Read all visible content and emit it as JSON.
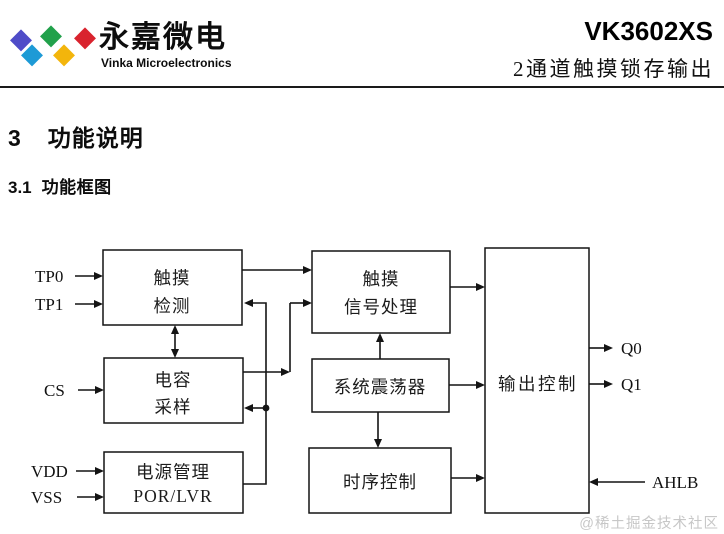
{
  "header": {
    "brand_cn": "永嘉微电",
    "brand_en": "Vinka Microelectronics",
    "part_number": "VK3602XS",
    "subtitle": "2通道触摸锁存输出",
    "logo_colors": {
      "purple": "#4f4cc8",
      "cyan": "#1d9ad6",
      "green": "#21a14b",
      "yellow": "#f3b50c",
      "red": "#d9232e"
    }
  },
  "section": {
    "h1_number": "3",
    "h1_title": "功能说明",
    "h2_number": "3.1",
    "h2_title": "功能框图"
  },
  "diagram": {
    "line_color": "#141414",
    "blocks": {
      "touch_detect": {
        "line1": "触摸",
        "line2": "检测"
      },
      "cap_sample": {
        "line1": "电容",
        "line2": "采样"
      },
      "power_mgmt": {
        "line1": "电源管理",
        "line2": "POR/LVR"
      },
      "signal_proc": {
        "line1": "触摸",
        "line2": "信号处理"
      },
      "oscillator": {
        "label": "系统震荡器"
      },
      "timing_ctrl": {
        "label": "时序控制"
      },
      "output_ctrl": {
        "label": "输出控制"
      }
    },
    "pins": {
      "tp0": "TP0",
      "tp1": "TP1",
      "cs": "CS",
      "vdd": "VDD",
      "vss": "VSS",
      "q0": "Q0",
      "q1": "Q1",
      "ahlb": "AHLB"
    }
  },
  "watermark": "@稀土掘金技术社区"
}
